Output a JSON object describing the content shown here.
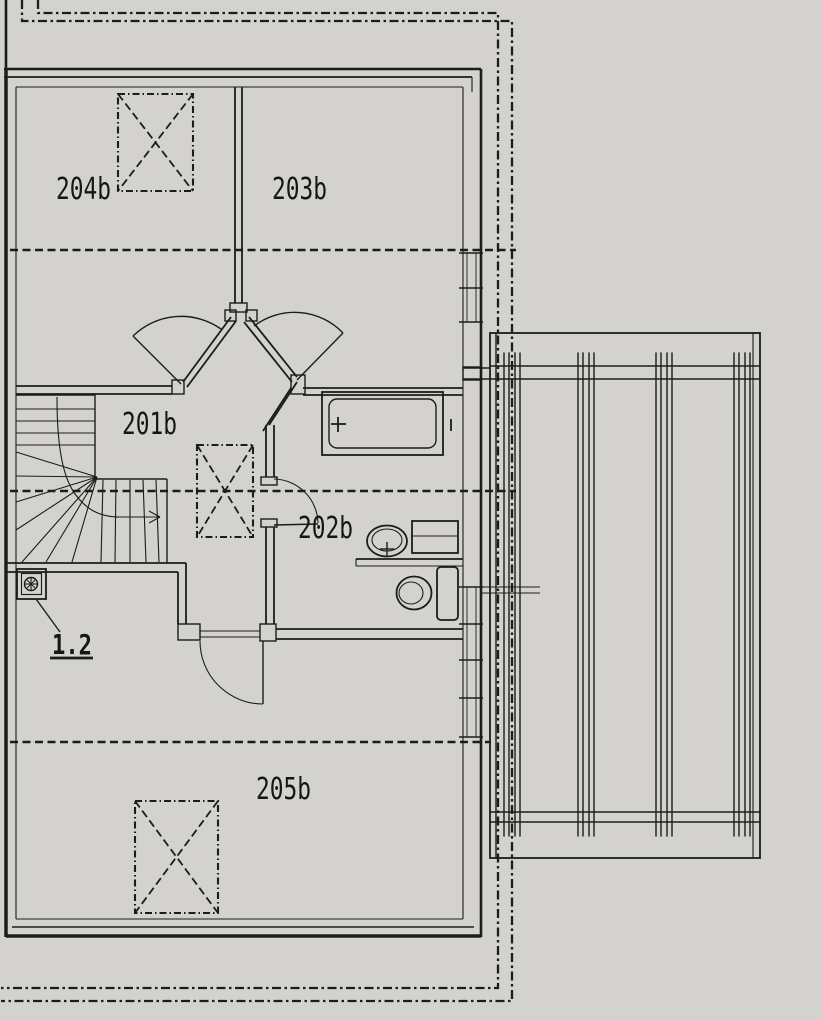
{
  "colors": {
    "paper": "#d3d2cf",
    "ink": "#1c1c1a"
  },
  "rooms": [
    {
      "label": "204b"
    },
    {
      "label": "203b"
    },
    {
      "label": "201b"
    },
    {
      "label": "202b"
    },
    {
      "label": "205b"
    }
  ],
  "detail_marker": {
    "label": "1.2"
  },
  "legend": {
    "staircase": "winder-staircase-with-up-arrow",
    "bathtub": "bathtub",
    "washbasin": "washbasin",
    "toilet": "toilet-with-cistern",
    "roof_window": "dashed-crossed-rectangle",
    "door": "quarter-circle-door-swing",
    "balcony": "joist-deck-structure",
    "roof_overhang": "dash-dot-outline",
    "section_line": "dashed-section-line"
  }
}
